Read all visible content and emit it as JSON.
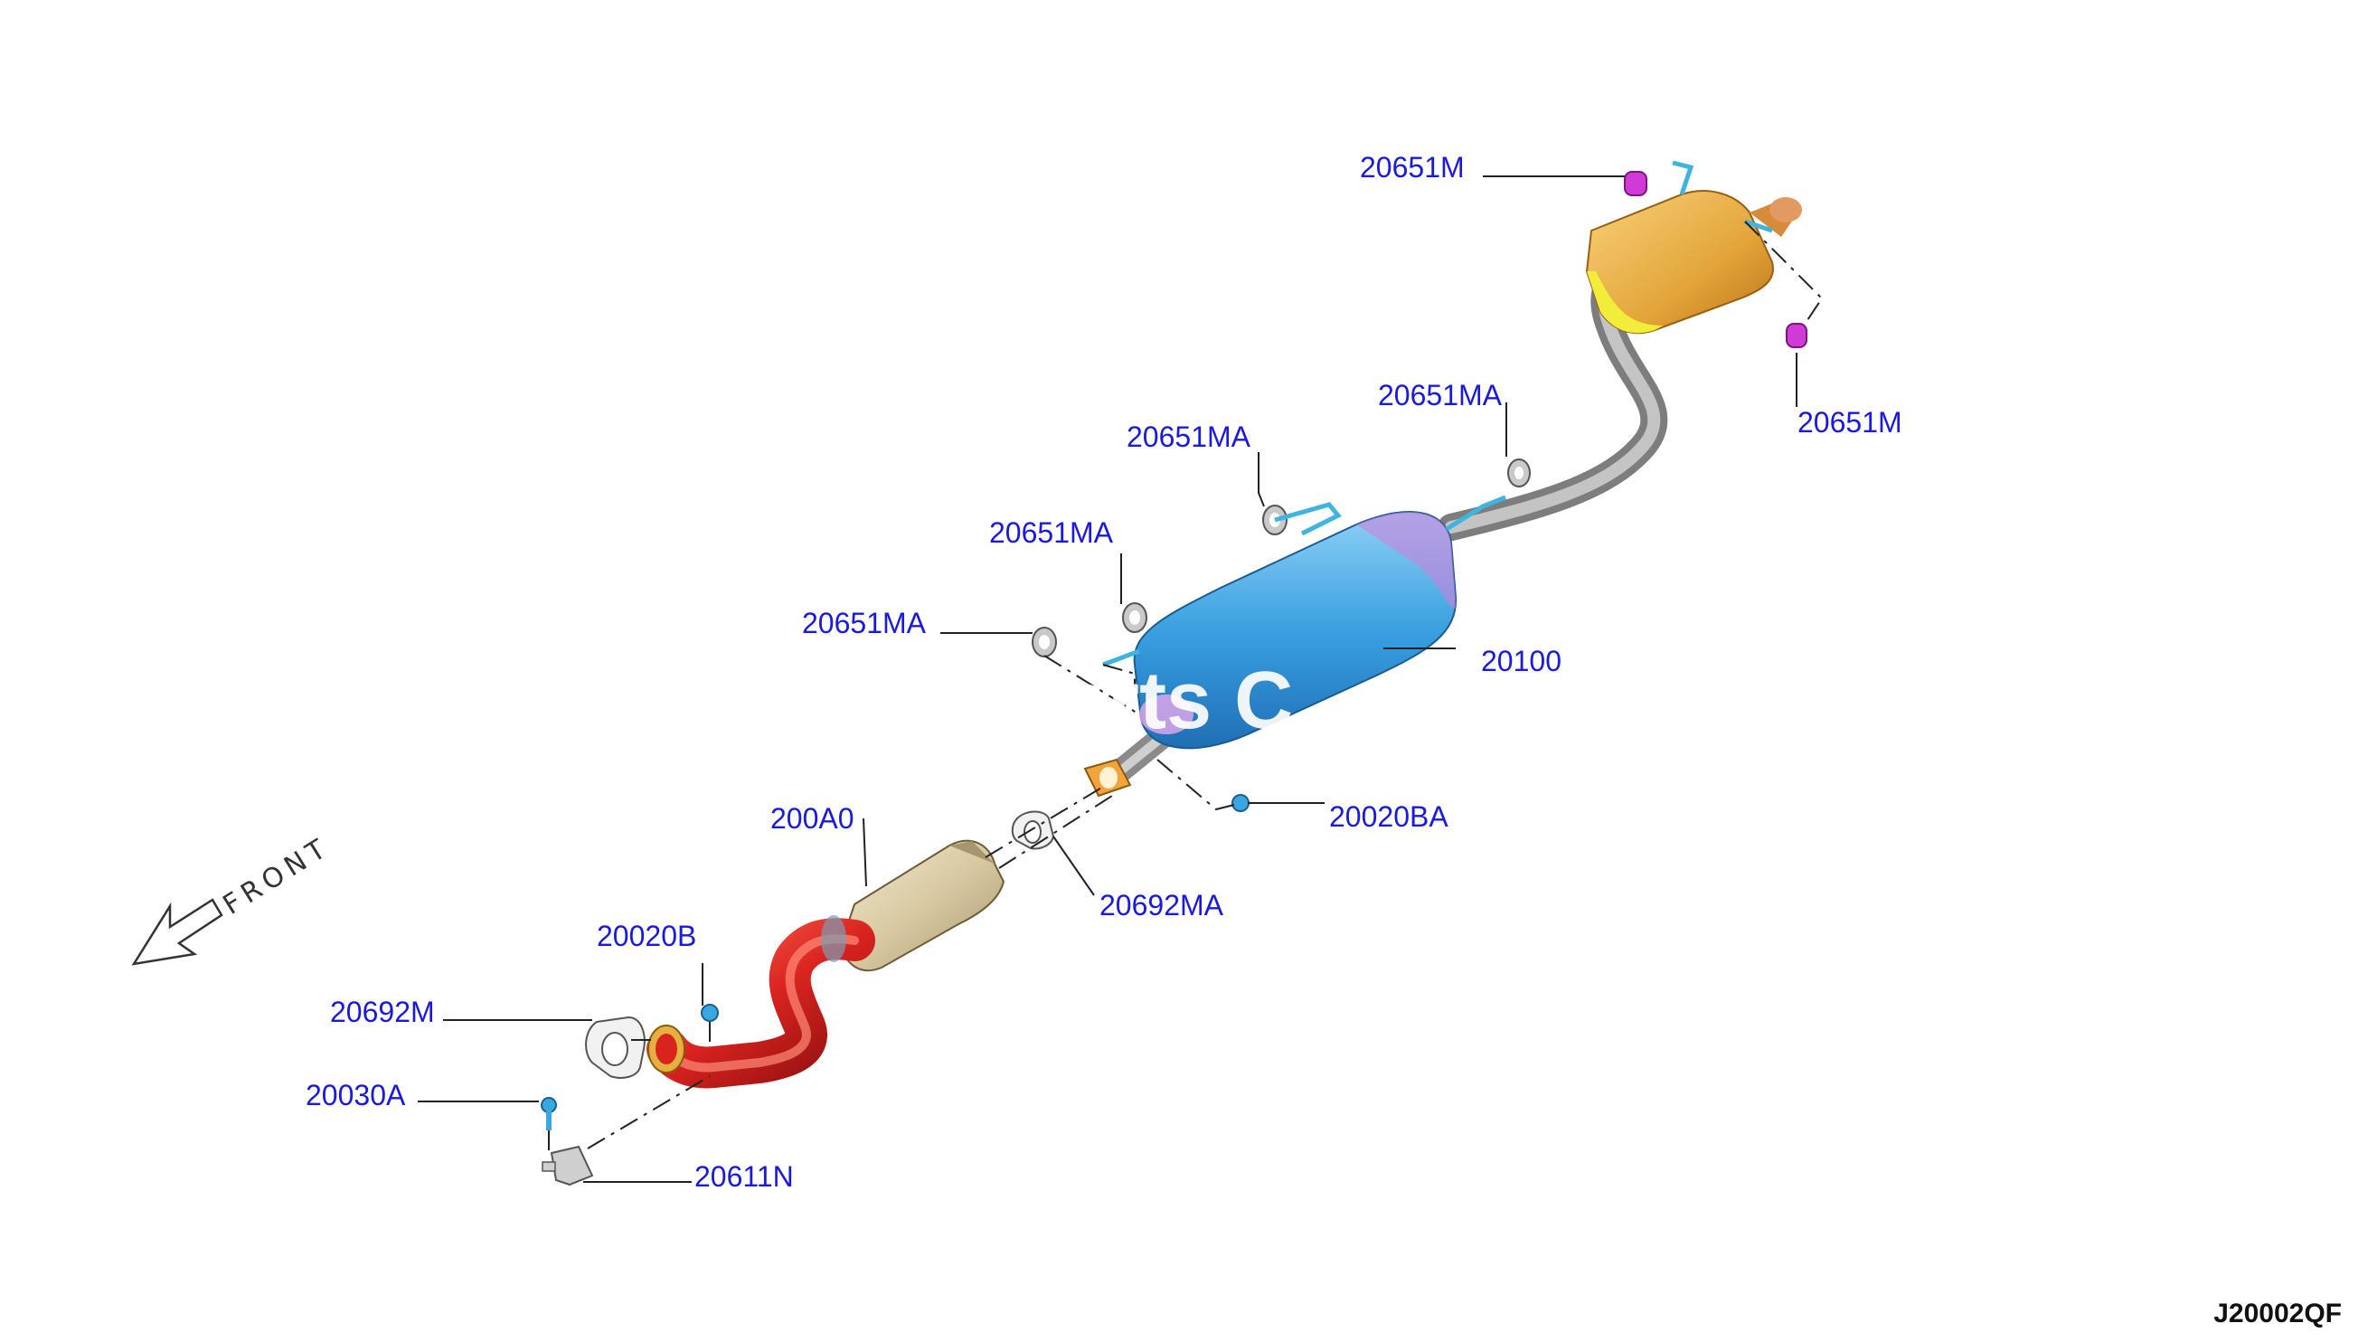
{
  "diagram": {
    "code": "J20002QF",
    "front_label": "FRONT",
    "watermark_text": "arts C",
    "callouts": {
      "p20651M_top": "20651M",
      "p20651M_right": "20651M",
      "p20651MA_1": "20651MA",
      "p20651MA_2": "20651MA",
      "p20651MA_3": "20651MA",
      "p20651MA_4": "20651MA",
      "p20100": "20100",
      "p20020BA": "20020BA",
      "p200A0": "200A0",
      "p20692MA": "20692MA",
      "p20020B": "20020B",
      "p20692M": "20692M",
      "p20030A": "20030A",
      "p20611N": "20611N"
    },
    "colors": {
      "callout_text": "#1a1adc",
      "front_tube": "#d9231f",
      "catalytic_converter": "#d8c9a0",
      "center_muffler": "#3aa0e0",
      "rear_muffler": "#e4a53a",
      "pipe": "#9a9a9a",
      "hanger": "#d23ad8",
      "mount_rubber": "#b0b0b0",
      "gasket": "#e08a1a"
    },
    "icons": {
      "front_arrow": "front-arrow-icon"
    }
  }
}
